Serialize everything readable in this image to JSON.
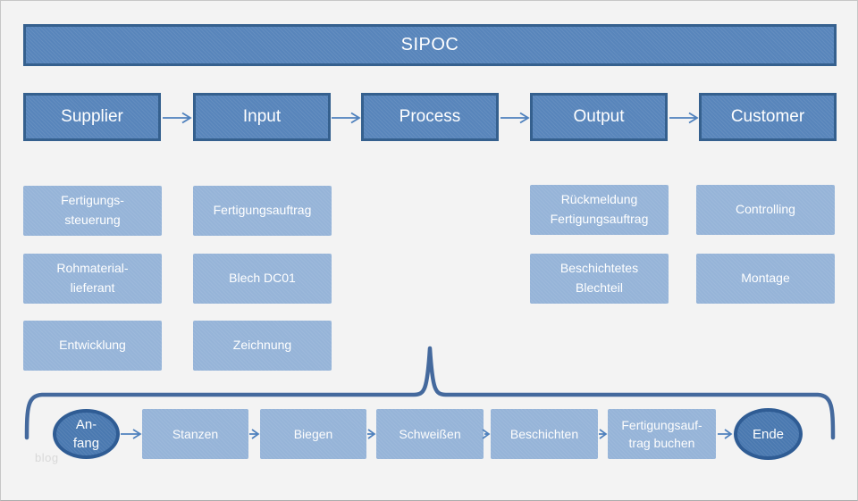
{
  "title": "SIPOC",
  "watermark": "blog",
  "colors": {
    "header_fill": "#5885bb",
    "header_border": "#35608e",
    "light_box_fill": "#96b4d8",
    "terminal_fill": "#4a79b0",
    "terminal_border": "#2f5c94",
    "connector": "#4f81bd",
    "brace": "#44699d",
    "background": "#f3f3f3",
    "text": "#ffffff"
  },
  "headers": [
    "Supplier",
    "Input",
    "Process",
    "Output",
    "Customer"
  ],
  "suppliers": [
    "Fertigungs-\nsteuerung",
    "Rohmaterial-\nlieferant",
    "Entwicklung"
  ],
  "inputs": [
    "Fertigungsauftrag",
    "Blech DC01",
    "Zeichnung"
  ],
  "outputs": [
    "Rückmeldung\nFertigungsauftrag",
    "Beschichtetes\nBlechteil"
  ],
  "customers": [
    "Controlling",
    "Montage"
  ],
  "process_flow": {
    "start": "An-\nfang",
    "steps": [
      "Stanzen",
      "Biegen",
      "Schweißen",
      "Beschichten",
      "Fertigungsauf-\ntrag buchen"
    ],
    "end": "Ende"
  }
}
